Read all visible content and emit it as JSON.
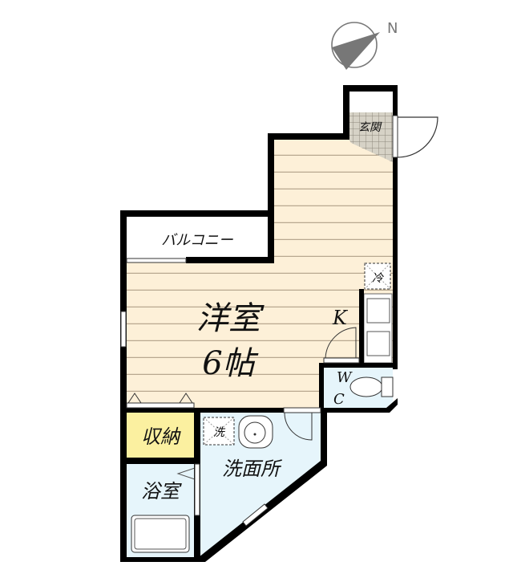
{
  "compass": {
    "north_label": "N",
    "rotation_deg": 60
  },
  "colors": {
    "wall": "#000000",
    "floor_wood": "#fdf0d8",
    "floor_lines": "#b8a890",
    "wet_area": "#e6f5fb",
    "storage": "#fbf0a0",
    "genkan_tile": "#c8c4b8",
    "white": "#ffffff"
  },
  "rooms": {
    "western_room": {
      "name": "洋室",
      "size": "6帖"
    },
    "kitchen": {
      "label": "K"
    },
    "balcony": {
      "label": "バルコニー"
    },
    "entrance": {
      "label": "玄関"
    },
    "toilet": {
      "label_w": "W",
      "label_c": "C"
    },
    "storage": {
      "label": "収納"
    },
    "washroom": {
      "label": "洗面所"
    },
    "bathroom": {
      "label": "浴室"
    }
  },
  "fixtures": {
    "fridge": {
      "label": "冷"
    },
    "washer": {
      "label": "洗"
    }
  }
}
